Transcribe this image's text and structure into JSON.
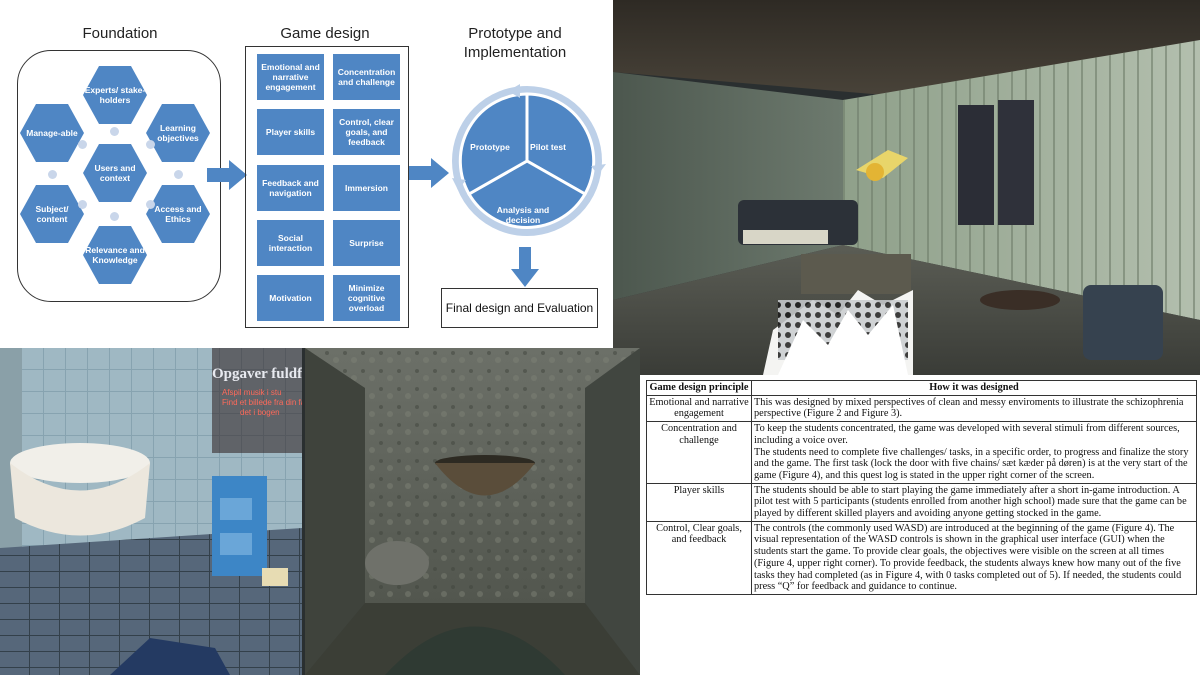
{
  "diagram": {
    "foundation": {
      "title": "Foundation",
      "items": [
        "Experts/ stake-holders",
        "Manage-able",
        "Learning objectives",
        "Users and context",
        "Subject/ content",
        "Access and Ethics",
        "Relevance and Knowledge"
      ]
    },
    "game_design": {
      "title": "Game design",
      "items": [
        "Emotional and narrative engagement",
        "Concentration and challenge",
        "Player skills",
        "Control, clear goals, and feedback",
        "Feedback and navigation",
        "Immersion",
        "Social interaction",
        "Surprise",
        "Motivation",
        "Minimize cognitive overload"
      ]
    },
    "prototype": {
      "title": "Prototype and Implementation",
      "cycle": [
        "Prototype",
        "Pilot test",
        "Analysis and decision"
      ],
      "final": "Final design and Evaluation"
    }
  },
  "scenes": {
    "bathroom": {
      "quest_title": "Opgaver fuldfør",
      "quest_lines": [
        "Afspil musik i stu",
        "Find et billede fra din familie og læg",
        "det i bogen"
      ]
    }
  },
  "table": {
    "headers": [
      "Game design principle",
      "How it was designed"
    ],
    "rows": [
      {
        "principle": "Emotional and narrative engagement",
        "description": "This was designed by  mixed perspectives of clean and messy enviroments to illustrate the schizophrenia perspective (Figure 2 and Figure 3)."
      },
      {
        "principle": "Concentration and challenge",
        "description": "To keep the students concentrated, the game was developed with several stimuli from different sources, including a voice over.\nThe students need to complete five challenges/ tasks, in a specific order, to progress and finalize the story and the game. The first task (lock the door with five chains/ sæt kæder på døren) is at the very start of the game (Figure 4), and this quest log is stated in the upper right corner of the screen."
      },
      {
        "principle": "Player skills",
        "description": "The students should be able to start playing the game immediately after a short in-game introduction. A pilot test with 5 participants (students enrolled from another high school) made sure that the game can be played by different skilled players and avoiding anyone getting stocked in the game."
      },
      {
        "principle": "Control, Clear goals, and feedback",
        "description": "The controls (the commonly used WASD) are introduced at the beginning of the game (Figure 4). The visual representation of the WASD controls is shown in the graphical user interface (GUI) when the students start the game. To provide clear goals, the objectives were visible on the screen at all times (Figure 4, upper right corner). To provide feedback, the students always knew how many out of the five tasks they had completed (as in Figure 4, with 0 tasks completed out of 5). If needed, the students could press “Q” for feedback and guidance to continue."
      }
    ]
  },
  "colors": {
    "box_blue": "#4f86c4",
    "ring_blue": "#4f86c4",
    "arrow_blue": "#4f86c4"
  }
}
